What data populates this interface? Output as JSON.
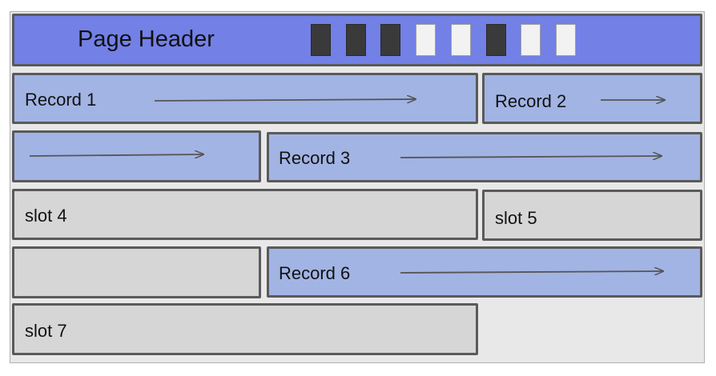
{
  "header": {
    "title": "Page Header",
    "bitmap": [
      1,
      1,
      1,
      0,
      0,
      1,
      0,
      0
    ]
  },
  "records": {
    "r1": "Record 1",
    "r2": "Record 2",
    "r3": "Record 3",
    "r6": "Record 6"
  },
  "slots": {
    "s4": "slot 4",
    "s5": "slot 5",
    "s7": "slot 7"
  },
  "colors": {
    "header": "#7380e6",
    "record": "#a2b4e4",
    "slot": "#d6d6d6",
    "border": "#5a5a5a"
  }
}
